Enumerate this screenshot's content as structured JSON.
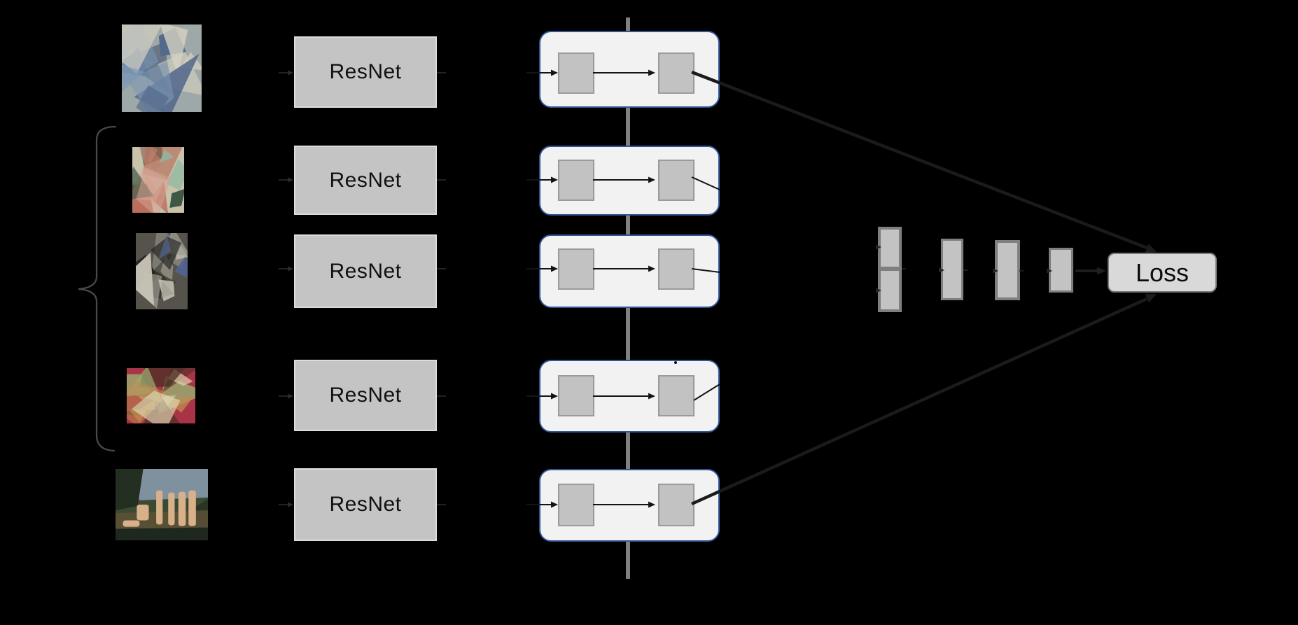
{
  "diagram": {
    "type": "neural-network-architecture",
    "background": "#000000",
    "loss_label": "Loss",
    "rows": [
      {
        "resnet_label": "ResNet",
        "painting": {
          "name": "cubist-portrait-blue",
          "style": "cubist",
          "palette": [
            "#9fa8a8",
            "#7d98b6",
            "#d8d3c2",
            "#51688a",
            "#c3cbd2",
            "#3c4a60"
          ]
        }
      },
      {
        "resnet_label": "ResNet",
        "painting": {
          "name": "cubist-landscape-green",
          "style": "cubist",
          "palette": [
            "#c9c3ac",
            "#4a7863",
            "#8fb8a1",
            "#d4a392",
            "#b5705b",
            "#2f4c3a",
            "#b13a2c"
          ]
        }
      },
      {
        "resnet_label": "ResNet",
        "painting": {
          "name": "cubist-figure-dark",
          "style": "cubist",
          "palette": [
            "#55534b",
            "#9f9d92",
            "#c6c2b5",
            "#50648f",
            "#ae4a31",
            "#232320"
          ]
        }
      },
      {
        "resnet_label": "ResNet",
        "painting": {
          "name": "cubist-still-life-red",
          "style": "cubist",
          "palette": [
            "#a93447",
            "#c28b50",
            "#e2d8b5",
            "#7f9db6",
            "#4e2f26",
            "#9aa96f"
          ]
        }
      },
      {
        "resnet_label": "ResNet",
        "painting": {
          "name": "classical-figures-landscape",
          "style": "classical",
          "palette": [
            "#3d4a33",
            "#8395a4",
            "#232f20",
            "#5c5136",
            "#d8b08a",
            "#1a241c"
          ]
        }
      }
    ],
    "colors": {
      "module_fill": "#f2f2f2",
      "module_border": "#2f5597",
      "square_fill": "#c2c2c2",
      "square_border": "#9b9b9b",
      "resnet_fill": "#c4c4c4",
      "resnet_border": "#dcdcdc",
      "bar_fill": "#c3c3c3",
      "bar_border": "#7f7f7f",
      "loss_fill": "#d9d9d9",
      "loss_border": "#7a7a7a",
      "axis_line": "#808080",
      "connector": "#1b1b1b",
      "bracket": "#4a4a4a"
    }
  }
}
